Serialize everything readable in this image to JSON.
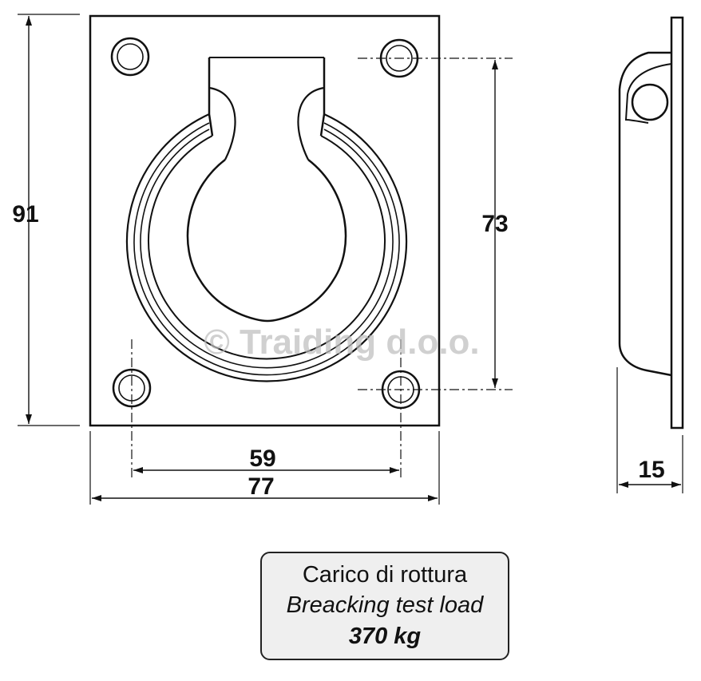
{
  "dimensions": {
    "height_total": "91",
    "hole_spacing_vertical": "73",
    "hole_spacing_horizontal": "59",
    "width_total": "77",
    "depth": "15"
  },
  "watermark": "© Traiding d.o.o.",
  "load_box": {
    "line_italian": "Carico di rottura",
    "line_english": "Breacking test load",
    "value": "370 kg"
  }
}
